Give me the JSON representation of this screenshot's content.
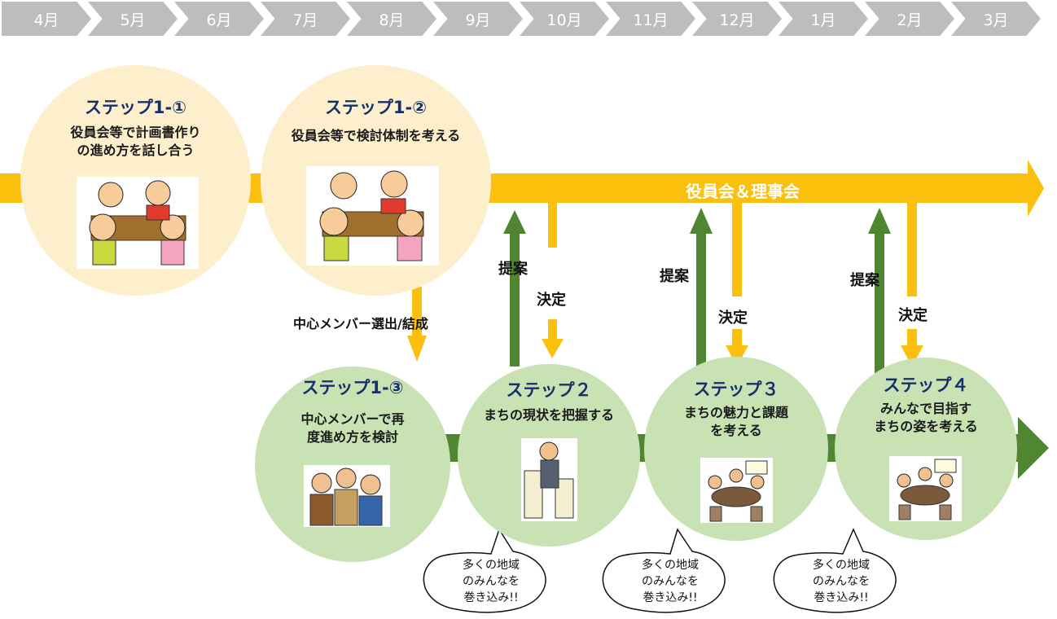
{
  "months": [
    "4月",
    "5月",
    "6月",
    "7月",
    "8月",
    "9月",
    "10月",
    "11月",
    "12月",
    "1月",
    "2月",
    "3月"
  ],
  "board": {
    "label": "役員会＆理事会"
  },
  "steps": [
    {
      "title": "ステップ1-①",
      "desc1": "役員会等で計画書作り",
      "desc2": "の進め方を話し合う"
    },
    {
      "title": "ステップ1-②",
      "desc1": "役員会等で検討体制を考える"
    },
    {
      "title": "ステップ1-③",
      "desc1": "中心メンバーで再",
      "desc2": "度進め方を検討"
    },
    {
      "title": "ステップ２",
      "desc1": "まちの現状を把握する"
    },
    {
      "title": "ステップ３",
      "desc1": "まちの魅力と課題",
      "desc2": "を考える"
    },
    {
      "title": "ステップ４",
      "desc1": "みんなで目指す",
      "desc2": "まちの姿を考える"
    }
  ],
  "formation_label": "中心メンバー選出/結成",
  "proposal_label": "提案",
  "decision_label": "決定",
  "bubble": {
    "line1": "多くの地域",
    "line2": "のみんなを",
    "line3": "巻き込み!!"
  },
  "colors": {
    "yellow": "#fbbf0e",
    "green": "#508532",
    "circle_yellow": "#fdefcb",
    "circle_green": "#c8e2b4",
    "title_blue": "#17306b",
    "month_gray": "#bdbdbd"
  }
}
